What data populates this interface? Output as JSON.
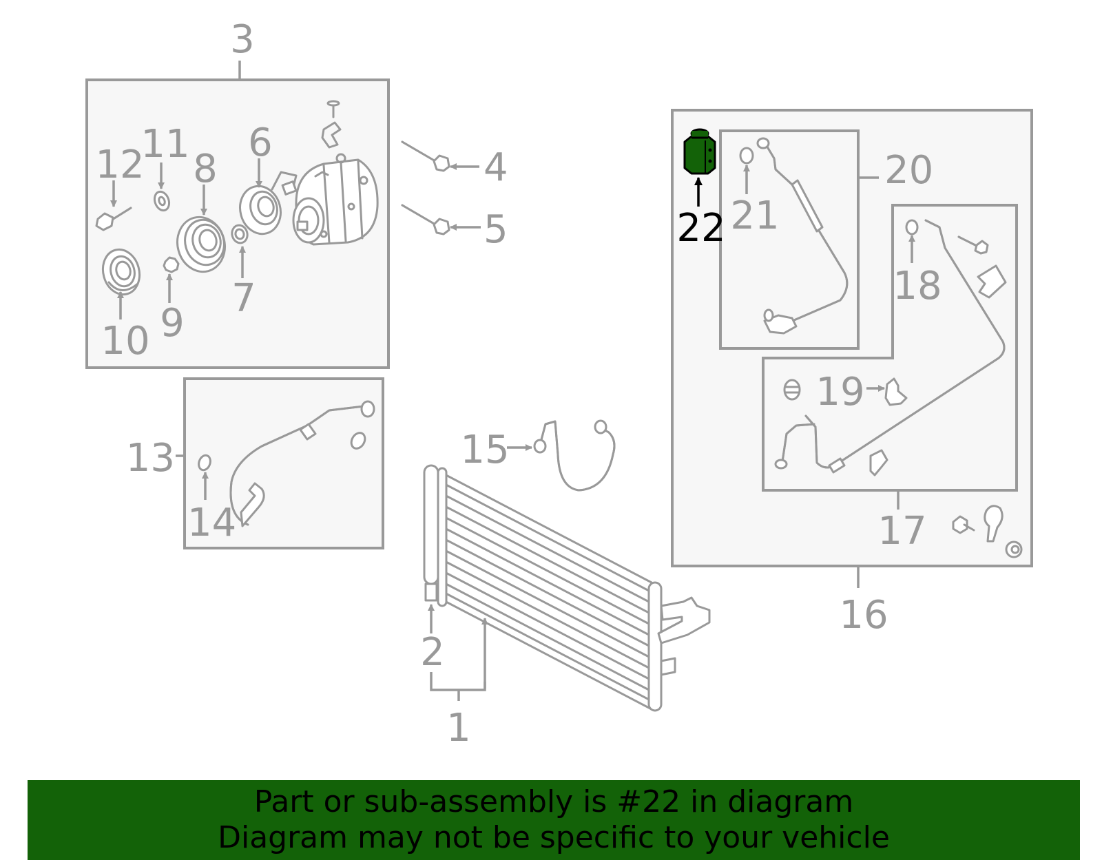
{
  "callouts": {
    "c1": "1",
    "c2": "2",
    "c3": "3",
    "c4": "4",
    "c5": "5",
    "c6": "6",
    "c7": "7",
    "c8": "8",
    "c9": "9",
    "c10": "10",
    "c11": "11",
    "c12": "12",
    "c13": "13",
    "c14": "14",
    "c15": "15",
    "c16": "16",
    "c17": "17",
    "c18": "18",
    "c19": "19",
    "c20": "20",
    "c21": "21",
    "c22": "22"
  },
  "highlight": {
    "callout": "22",
    "color": "#136208"
  },
  "banner": {
    "line1": "Part or sub-assembly is #22 in diagram",
    "line2": "Diagram may not be specific to your vehicle",
    "color": "#136208"
  },
  "colors": {
    "line": "#999999",
    "box_fill": "#f7f7f7"
  }
}
